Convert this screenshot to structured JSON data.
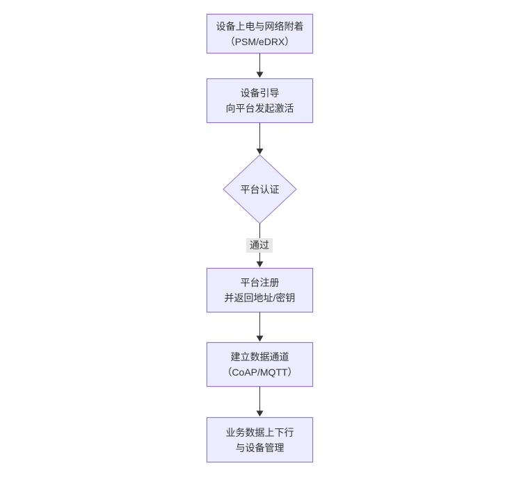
{
  "diagram": {
    "type": "flowchart",
    "direction": "top-down",
    "colors": {
      "background": "#ffffff",
      "node_fill": "#ECECFF",
      "node_border": "#9370DB",
      "edge_color": "#333333",
      "text_color": "#333333",
      "edge_label_bg": "#e8e8e8"
    },
    "nodes": [
      {
        "id": "A",
        "shape": "rect",
        "lines": [
          "设备上电与网络附着",
          "（PSM/eDRX）"
        ]
      },
      {
        "id": "B",
        "shape": "rect",
        "lines": [
          "设备引导",
          "向平台发起激活"
        ]
      },
      {
        "id": "C",
        "shape": "diamond",
        "lines": [
          "平台认证"
        ]
      },
      {
        "id": "D",
        "shape": "rect",
        "lines": [
          "平台注册",
          "并返回地址/密钥"
        ]
      },
      {
        "id": "E",
        "shape": "rect",
        "lines": [
          "建立数据通道",
          "（CoAP/MQTT）"
        ]
      },
      {
        "id": "F",
        "shape": "rect",
        "lines": [
          "业务数据上下行",
          "与设备管理"
        ]
      }
    ],
    "edges": [
      {
        "from": "A",
        "to": "B",
        "label": ""
      },
      {
        "from": "B",
        "to": "C",
        "label": ""
      },
      {
        "from": "C",
        "to": "D",
        "label": "通过"
      },
      {
        "from": "D",
        "to": "E",
        "label": ""
      },
      {
        "from": "E",
        "to": "F",
        "label": ""
      }
    ]
  }
}
